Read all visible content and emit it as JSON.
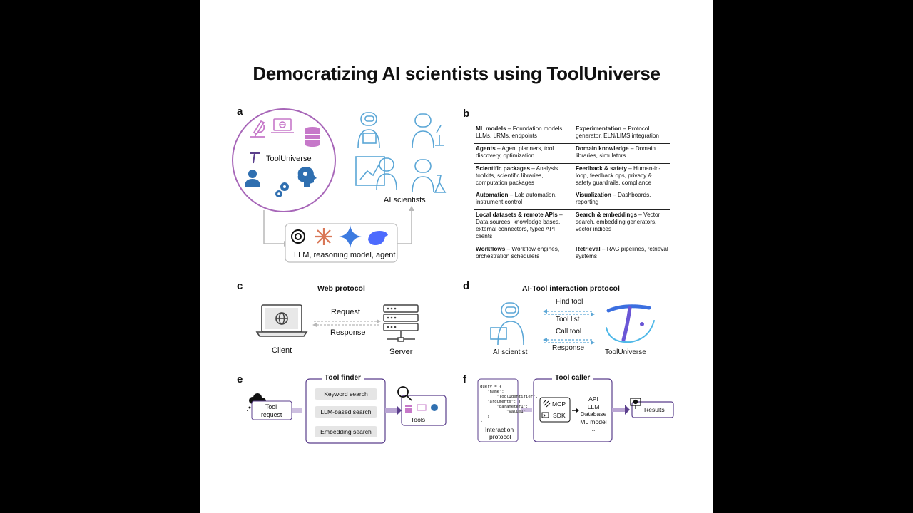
{
  "title": "Democratizing AI scientists using ToolUniverse",
  "panel_a": {
    "label": "a",
    "tooluniverse": "ToolUniverse",
    "ai_scientists": "AI scientists",
    "llm_caption": "LLM, reasoning model, agent"
  },
  "panel_b": {
    "label": "b",
    "rows": [
      [
        {
          "head": "ML models",
          "body": "Foundation models, LLMs, LRMs, endpoints"
        },
        {
          "head": "Experimentation",
          "body": "Protocol generator, ELN/LIMS integration"
        }
      ],
      [
        {
          "head": "Agents",
          "body": "Agent planners, tool discovery, optimization"
        },
        {
          "head": "Domain knowledge",
          "body": "Domain libraries, simulators"
        }
      ],
      [
        {
          "head": "Scientific packages",
          "body": "Analysis toolkits, scientific libraries, computation packages"
        },
        {
          "head": "Feedback & safety",
          "body": "Human-in-loop, feedback ops, privacy & safety guardrails, compliance"
        }
      ],
      [
        {
          "head": "Automation",
          "body": "Lab automation, instrument control"
        },
        {
          "head": "Visualization",
          "body": "Dashboards, reporting"
        }
      ],
      [
        {
          "head": "Local datasets & remote APIs",
          "body": "Data sources, knowledge bases, external connectors, typed API clients"
        },
        {
          "head": "Search & embeddings",
          "body": "Vector search, embedding generators, vector indices"
        }
      ],
      [
        {
          "head": "Workflows",
          "body": "Workflow engines, orchestration schedulers"
        },
        {
          "head": "Retrieval",
          "body": "RAG pipelines, retrieval systems"
        }
      ]
    ]
  },
  "panel_c": {
    "label": "c",
    "title": "Web protocol",
    "request": "Request",
    "response": "Response",
    "client": "Client",
    "server": "Server"
  },
  "panel_d": {
    "label": "d",
    "title": "AI-Tool interaction protocol",
    "find_tool": "Find tool",
    "tool_list": "Tool list",
    "call_tool": "Call tool",
    "response": "Response",
    "ai_scientist": "AI scientist",
    "tooluniverse": "ToolUniverse"
  },
  "panel_e": {
    "label": "e",
    "tool_finder": "Tool finder",
    "tool_request_1": "Tool",
    "tool_request_2": "request",
    "chips": [
      "Keyword search",
      "LLM-based search",
      "Embedding search"
    ],
    "tools": "Tools"
  },
  "panel_f": {
    "label": "f",
    "code": "query = {\n   \"name\":\n       \"ToolIdentifier\",\n   \"arguments\": {\n       \"parameter1\":\n           \"value1\"\n   }\n}",
    "interaction_1": "Interaction",
    "interaction_2": "protocol",
    "tool_caller": "Tool caller",
    "mcp": "MCP",
    "sdk": "SDK",
    "targets": [
      "API",
      "LLM",
      "Database",
      "ML model",
      "...."
    ],
    "results": "Results"
  },
  "colors": {
    "pink": "#c678c9",
    "blue": "#2f6fb0",
    "lightblue": "#5aa6d6",
    "purple_border": "#5b3f8c",
    "arrow_gray": "#b8b8b8",
    "arrow_purple": "#b9a5d3"
  }
}
